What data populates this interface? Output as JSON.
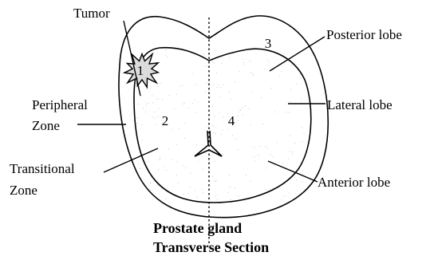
{
  "labels": {
    "tumor": "Tumor",
    "posterior_lobe": "Posterior lobe",
    "lateral_lobe": "Lateral lobe",
    "anterior_lobe": "Anterior lobe",
    "peripheral_zone_line1": "Peripheral",
    "peripheral_zone_line2": "Zone",
    "transitional_zone_line1": "Transitional",
    "transitional_zone_line2": "Zone"
  },
  "numbers": {
    "region_1": "1",
    "region_2": "2",
    "region_3": "3",
    "region_4": "4"
  },
  "caption": {
    "line1": "Prostate gland",
    "line2": "Transverse Section"
  },
  "colors": {
    "stroke": "#000000",
    "tumor_fill": "#dcdcdc",
    "background": "#ffffff"
  }
}
